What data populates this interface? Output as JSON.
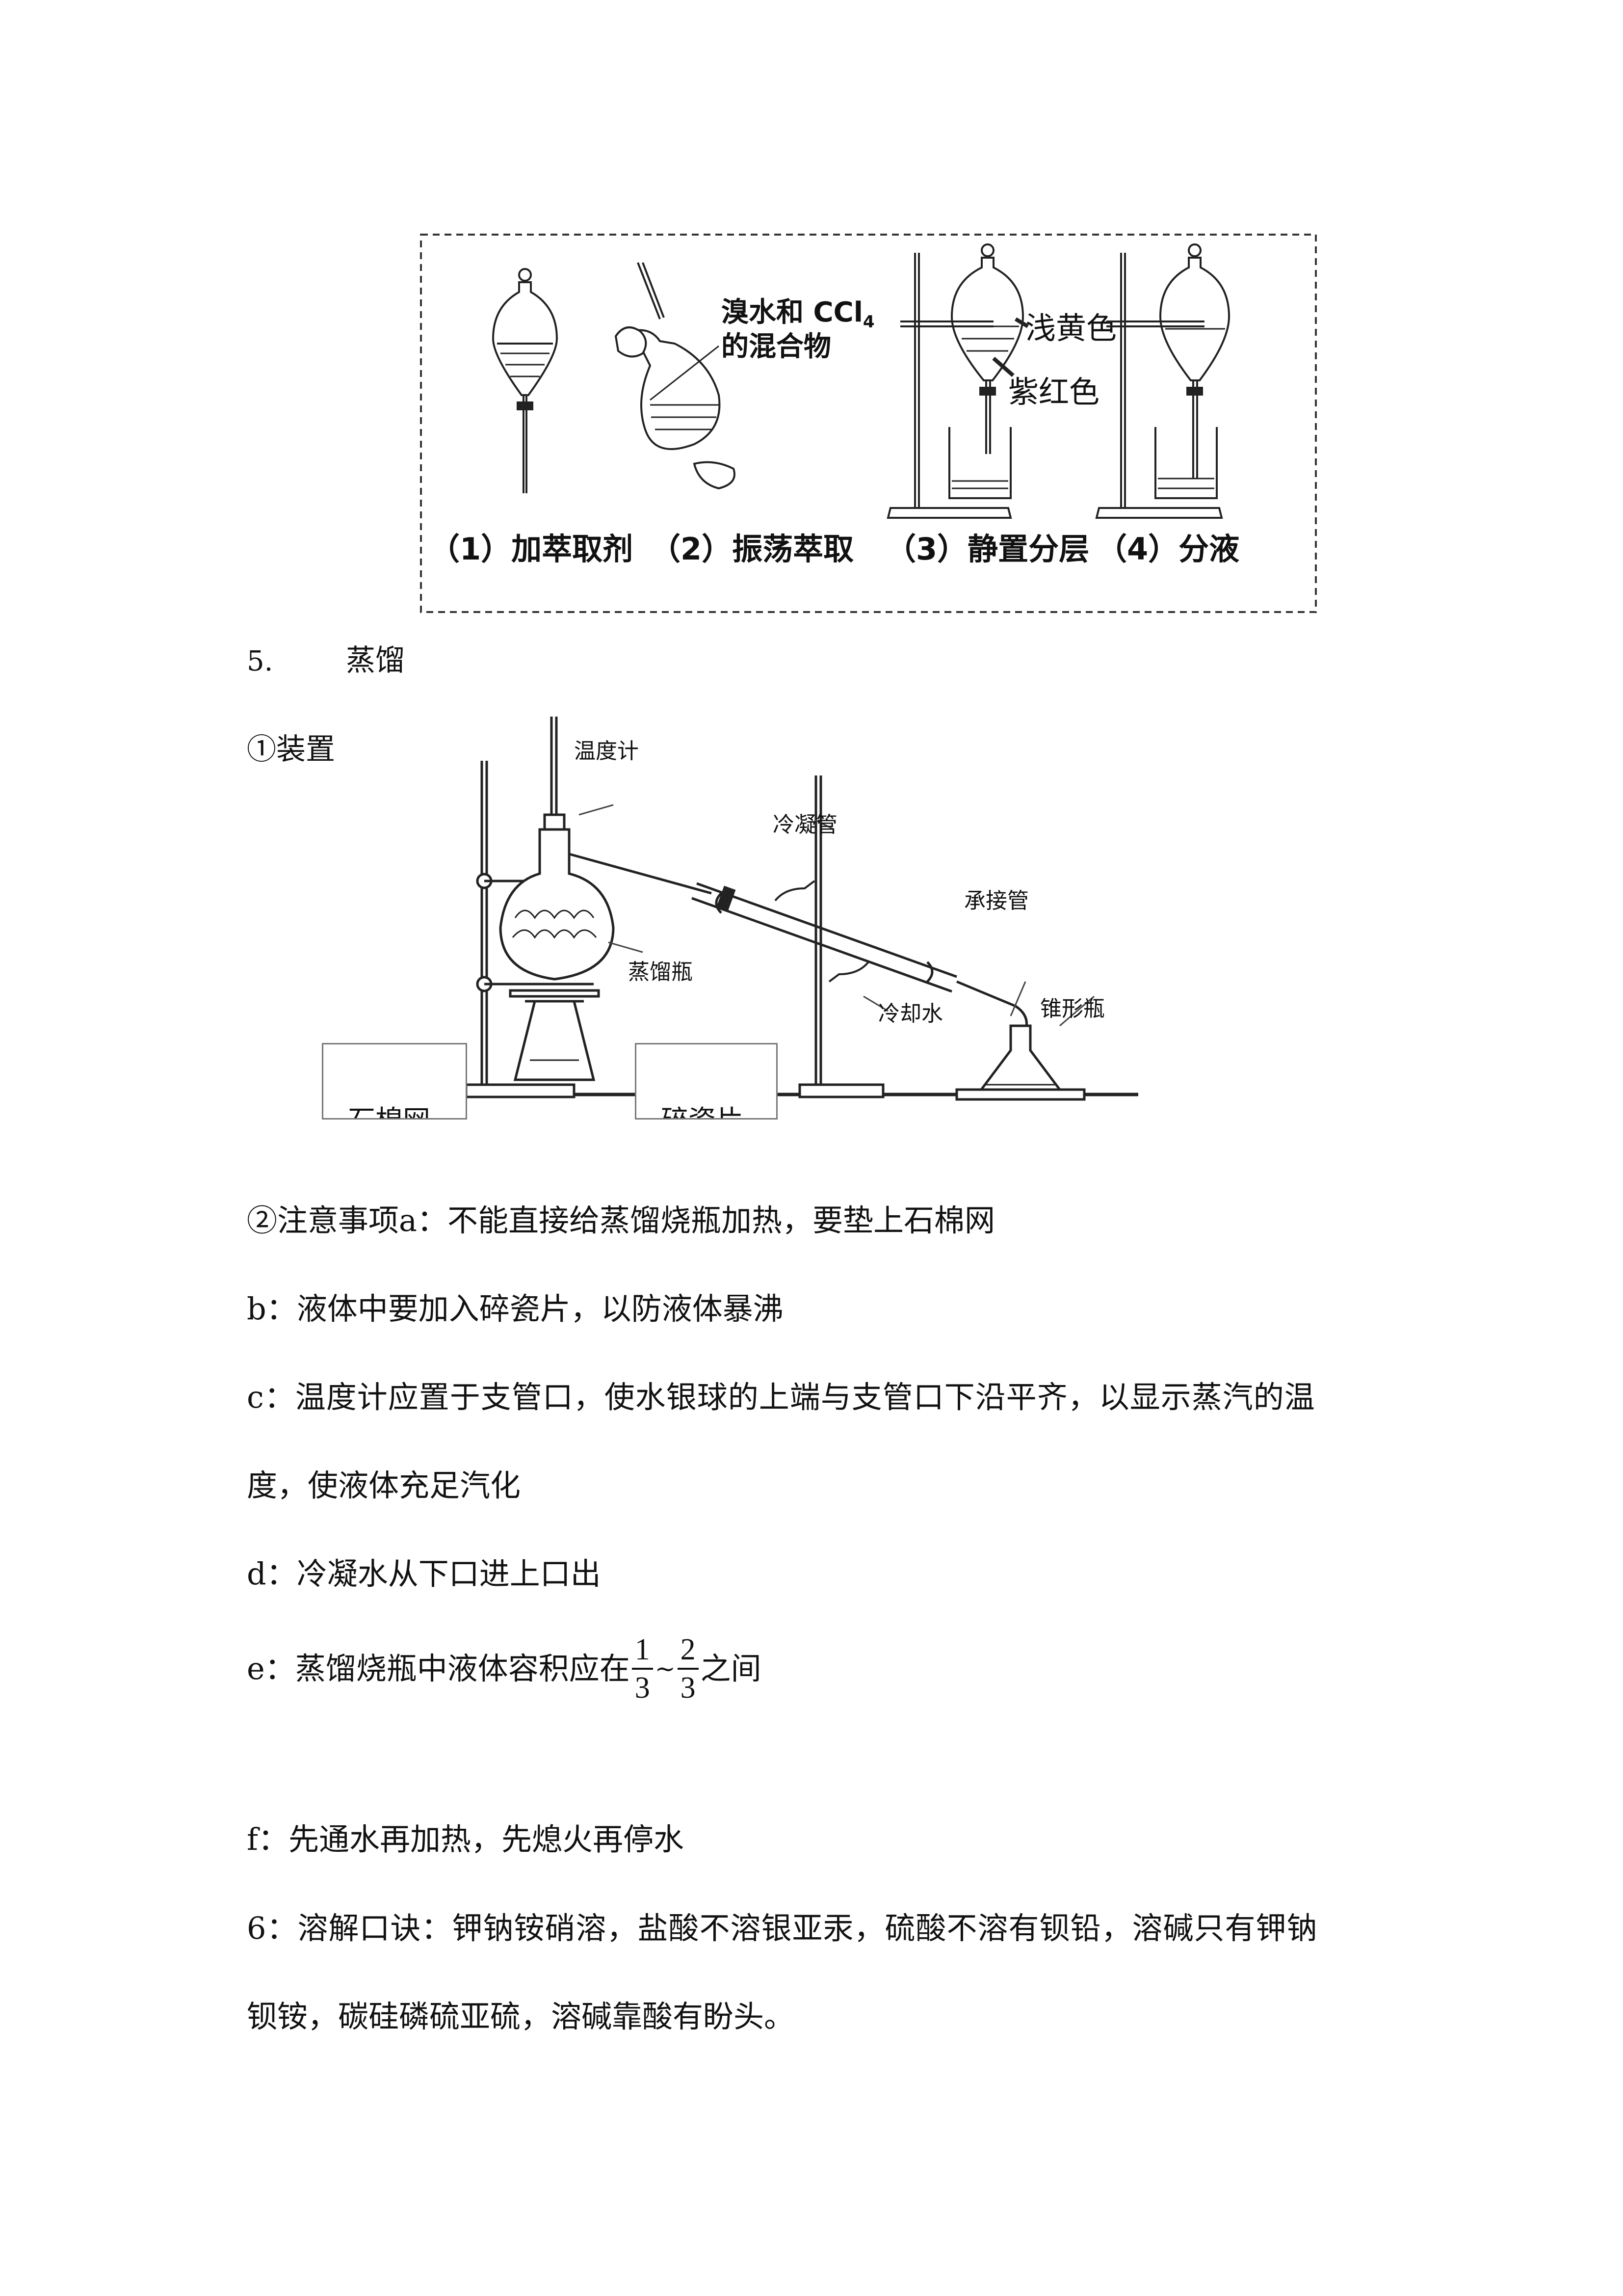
{
  "extraction_figure": {
    "mixture_label_line1": "溴水和 CCl",
    "mixture_label_sub": "4",
    "mixture_label_line2": "的混合物",
    "upper_layer_label": "浅黄色",
    "lower_layer_label": "紫红色",
    "step1": "（1）加萃取剂",
    "step2": "（2）振荡萃取",
    "step3": "（3）静置分层",
    "step4": "（4）分液"
  },
  "section5": {
    "number": "5.",
    "title": "蒸馏"
  },
  "apparatus_heading": "①装置",
  "distillation_figure": {
    "thermometer": "温度计",
    "condenser": "冷凝管",
    "adapter": "承接管",
    "flask": "蒸馏瓶",
    "cooling_water": "冷却水",
    "conical_flask": "锥形瓶",
    "asbestos_net": "石棉网",
    "porcelain_chips": "碎瓷片"
  },
  "notes": {
    "a": "②注意事项a：不能直接给蒸馏烧瓶加热，要垫上石棉网",
    "b": "b：液体中要加入碎瓷片，以防液体暴沸",
    "c1": "c：温度计应置于支管口，使水银球的上端与支管口下沿平齐，以显示蒸汽的温",
    "c2": "度，使液体充足汽化",
    "d": "d：冷凝水从下口进上口出",
    "e_prefix": "e：蒸馏烧瓶中液体容积应在",
    "e_frac1_num": "1",
    "e_frac1_den": "3",
    "e_tilde": "~",
    "e_frac2_num": "2",
    "e_frac2_den": "3",
    "e_suffix": "之间",
    "f": "f：先通水再加热，先熄火再停水"
  },
  "section6": {
    "line1": "6：溶解口诀：钾钠铵硝溶，盐酸不溶银亚汞，硫酸不溶有钡铅，溶碱只有钾钠",
    "line2": "钡铵，碳硅磷硫亚硫，溶碱靠酸有盼头。"
  }
}
